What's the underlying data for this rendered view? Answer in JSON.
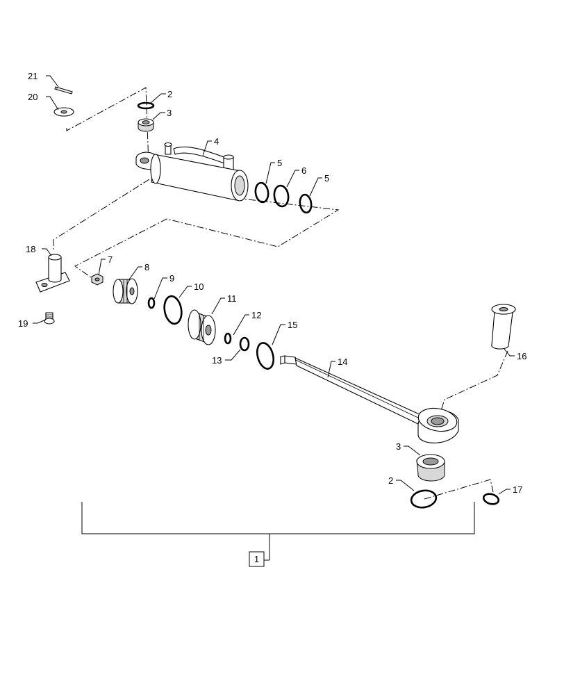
{
  "callouts": [
    {
      "id": "c21",
      "text": "21"
    },
    {
      "id": "c20",
      "text": "20"
    },
    {
      "id": "c2a",
      "text": "2"
    },
    {
      "id": "c3a",
      "text": "3"
    },
    {
      "id": "c4",
      "text": "4"
    },
    {
      "id": "c5a",
      "text": "5"
    },
    {
      "id": "c6",
      "text": "6"
    },
    {
      "id": "c5b",
      "text": "5"
    },
    {
      "id": "c18",
      "text": "18"
    },
    {
      "id": "c19",
      "text": "19"
    },
    {
      "id": "c7",
      "text": "7"
    },
    {
      "id": "c8",
      "text": "8"
    },
    {
      "id": "c9",
      "text": "9"
    },
    {
      "id": "c10",
      "text": "10"
    },
    {
      "id": "c11",
      "text": "11"
    },
    {
      "id": "c12",
      "text": "12"
    },
    {
      "id": "c13",
      "text": "13"
    },
    {
      "id": "c15",
      "text": "15"
    },
    {
      "id": "c14",
      "text": "14"
    },
    {
      "id": "c16",
      "text": "16"
    },
    {
      "id": "c3b",
      "text": "3"
    },
    {
      "id": "c2b",
      "text": "2"
    },
    {
      "id": "c17",
      "text": "17"
    }
  ],
  "assembly_label": "1"
}
